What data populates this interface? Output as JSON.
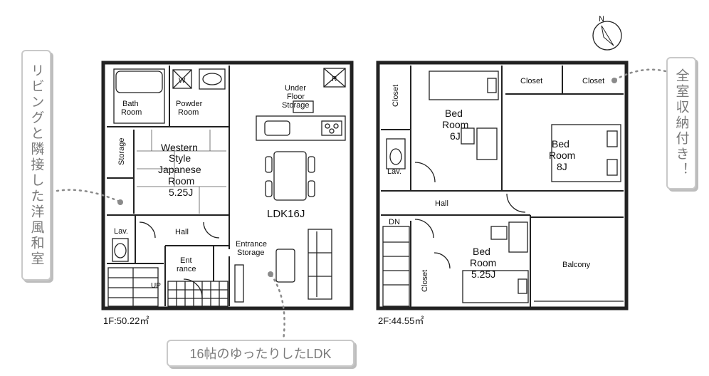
{
  "floor1": {
    "rooms": {
      "bath": [
        "Bath",
        "Room"
      ],
      "powder": [
        "Powder",
        "Room"
      ],
      "storage": "Storage",
      "western": [
        "Western",
        "Style",
        "Japanese",
        "Room",
        "5.25J"
      ],
      "lav": "Lav.",
      "hall": "Hall",
      "entrance": [
        "Ent",
        "rance"
      ],
      "entrance_storage": [
        "Entrance",
        "Storage"
      ],
      "under_floor": [
        "Under",
        "Floor",
        "Storage"
      ],
      "ldk": "LDK16J",
      "up": "UP",
      "washer": "W",
      "fridge": "R"
    },
    "area": "1F:50.22㎡"
  },
  "floor2": {
    "rooms": {
      "closet_left": "Closet",
      "bed1": [
        "Bed",
        "Room",
        "6J"
      ],
      "closet_a": "Closet",
      "closet_b": "Closet",
      "bed2": [
        "Bed",
        "Room",
        "8J"
      ],
      "lav": "Lav.",
      "hall": "Hall",
      "dn": "DN",
      "bed3": [
        "Bed",
        "Room",
        "5.25J"
      ],
      "closet_bottom": "Closet",
      "balcony": "Balcony"
    },
    "area": "2F:44.55㎡"
  },
  "compass": "N",
  "callouts": {
    "left": "リビングと隣接した洋風和室",
    "right": "全室収納付き！",
    "bottom": "16帖のゆったりしたLDK"
  }
}
